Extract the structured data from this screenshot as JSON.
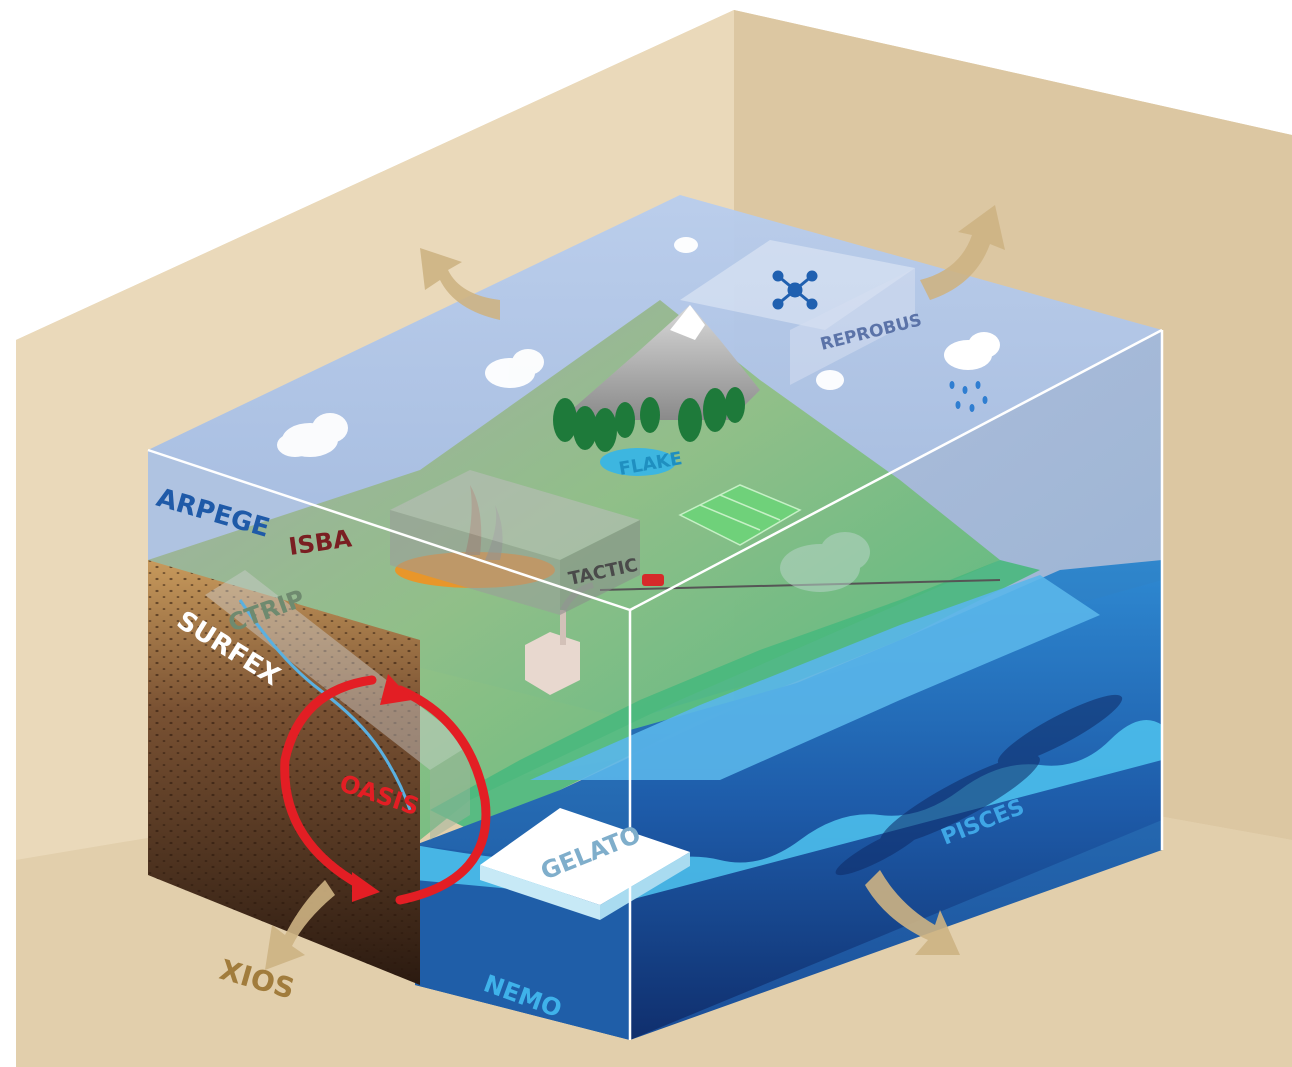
{
  "labels": {
    "arpege": "ARPEGE",
    "isba": "ISBA",
    "flake": "FLAKE",
    "tactic": "TACTIC",
    "reprobus": "REPROBUS",
    "ctrip": "CTRIP",
    "surfex": "SURFEX",
    "oasis": "OASIS",
    "gelato": "GELATO",
    "pisces": "PISCES",
    "nemo": "NEMO",
    "xios": "XIOS"
  },
  "colors": {
    "room": "#e8d7b6",
    "atmosphere": "#a9c2e6",
    "land": "#7fbf7a",
    "ocean_surface": "#58b4e6",
    "ocean_deep": "#143b80",
    "soil": "#4a2e1c",
    "oasis": "#e31e24",
    "arrows": "#cdb283",
    "arpege_text": "#1f5aa8",
    "isba_text": "#7a1e22",
    "xios_text": "#a17c3c"
  }
}
